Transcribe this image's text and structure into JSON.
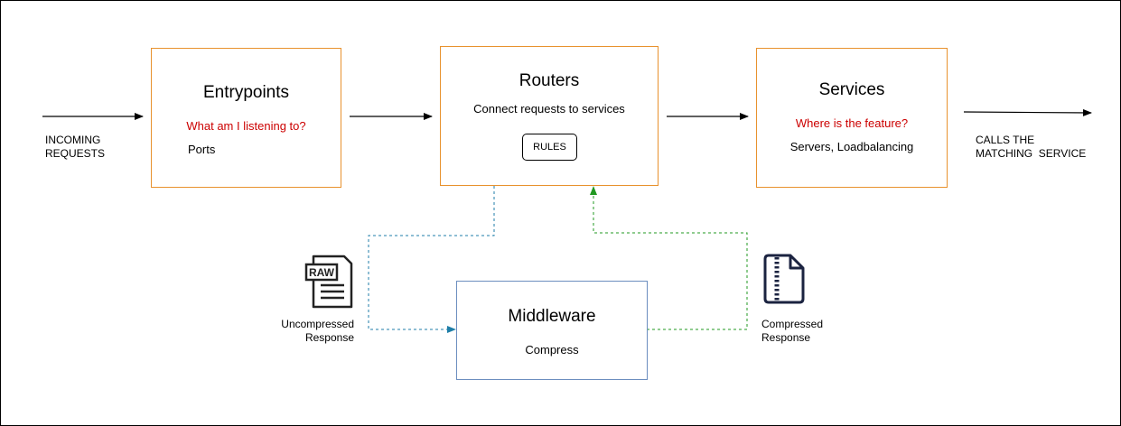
{
  "colors": {
    "box_border": "#e8922e",
    "middleware_border": "#6c8ebf",
    "question_text": "#cc0000",
    "path_to_middleware": "#1f7ea8",
    "path_from_middleware": "#229922"
  },
  "inputs": {
    "label_line1": "INCOMING",
    "label_line2": "REQUESTS"
  },
  "entrypoints": {
    "title": "Entrypoints",
    "question": "What am I listening to?",
    "detail": "Ports"
  },
  "routers": {
    "title": "Routers",
    "detail": "Connect requests to services",
    "rules_label": "RULES"
  },
  "services": {
    "title": "Services",
    "question": "Where is the feature?",
    "detail": "Servers, Loadbalancing"
  },
  "outputs": {
    "label_line1": "CALLS THE",
    "label_line2": "MATCHING  SERVICE"
  },
  "middleware": {
    "title": "Middleware",
    "detail": "Compress"
  },
  "uncompressed": {
    "icon": "raw-document-icon",
    "icon_text": "RAW",
    "label_line1": "Uncompressed",
    "label_line2": "Response"
  },
  "compressed": {
    "icon": "zipped-file-icon",
    "label_line1": "Compressed",
    "label_line2": "Response"
  }
}
